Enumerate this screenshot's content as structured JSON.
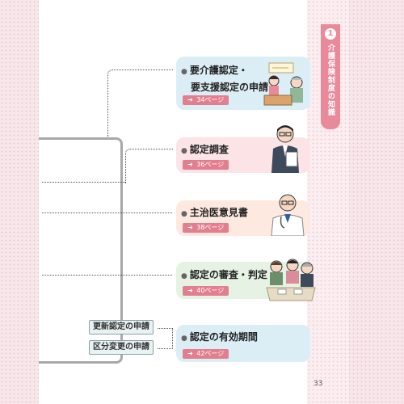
{
  "chapter": {
    "number": "1",
    "title": "介護保険制度の知識"
  },
  "page_number": "33",
  "cards": [
    {
      "title_lines": [
        "要介護認定・",
        "要支援認定の申請"
      ],
      "ref": "34ページ",
      "color": "#dceef5",
      "illustration": "reception-desk-icon"
    },
    {
      "title_lines": [
        "認定調査"
      ],
      "ref": "36ページ",
      "color": "#fbe3e6",
      "illustration": "investigator-icon"
    },
    {
      "title_lines": [
        "主治医意見書"
      ],
      "ref": "38ページ",
      "color": "#fde9df",
      "illustration": "doctor-icon"
    },
    {
      "title_lines": [
        "認定の審査・判定"
      ],
      "ref": "40ページ",
      "color": "#e6f2e4",
      "illustration": "committee-icon"
    },
    {
      "title_lines": [
        "認定の有効期間"
      ],
      "ref": "42ページ",
      "color": "#dceef5",
      "illustration": ""
    }
  ],
  "side_labels": [
    "更新認定の申請",
    "区分変更の申請"
  ],
  "ref_arrow": "➜"
}
